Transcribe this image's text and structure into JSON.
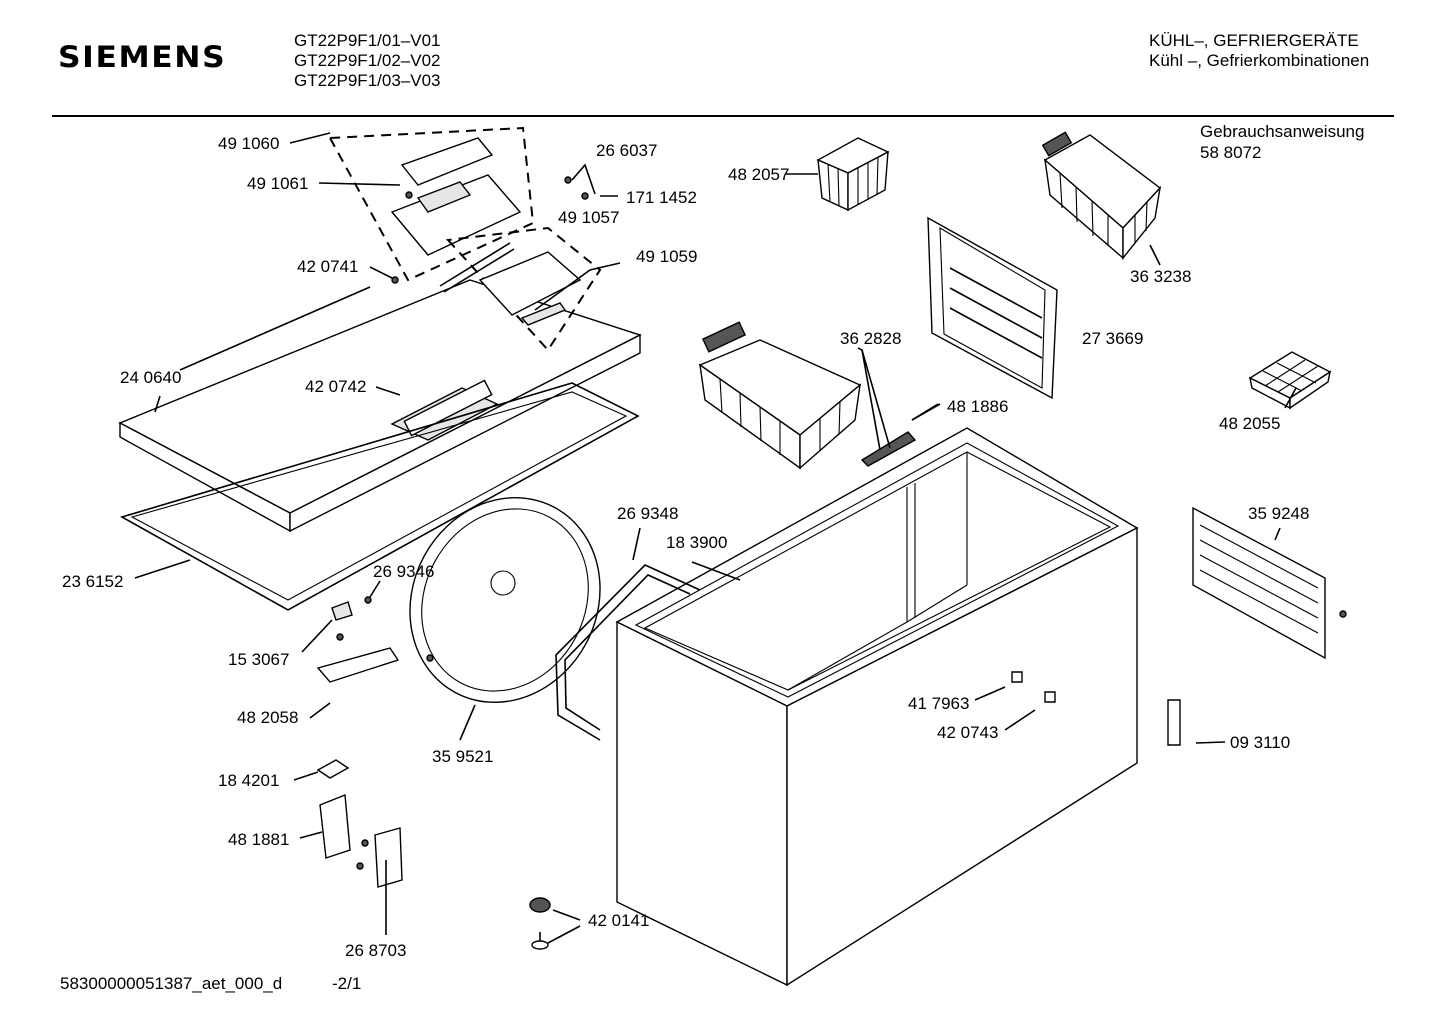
{
  "header": {
    "brand": "SIEMENS",
    "models": [
      "GT22P9F1/01–V01",
      "GT22P9F1/02–V02",
      "GT22P9F1/03–V03"
    ],
    "category": [
      "KÜHL–, GEFRIERGERÄTE",
      "Kühl –, Gefrierkombinationen"
    ]
  },
  "doc": {
    "title": "Gebrauchsanweisung",
    "number": "58 8072"
  },
  "parts": [
    "49 1060",
    "49 1061",
    "26 6037",
    "171 1452",
    "49 1057",
    "49 1059",
    "42 0741",
    "48 2057",
    "36 3238",
    "27 3669",
    "36 2828",
    "24 0640",
    "42 0742",
    "48 1886",
    "48 2055",
    "26 9348",
    "18 3900",
    "35 9248",
    "23 6152",
    "26 9346",
    "15 3067",
    "48 2058",
    "41 7963",
    "42 0743",
    "35 9521",
    "09 3110",
    "18 4201",
    "48 1881",
    "42 0141",
    "26 8703"
  ],
  "footer": {
    "code": "58300000051387_aet_000_d",
    "page": "-2/1"
  }
}
